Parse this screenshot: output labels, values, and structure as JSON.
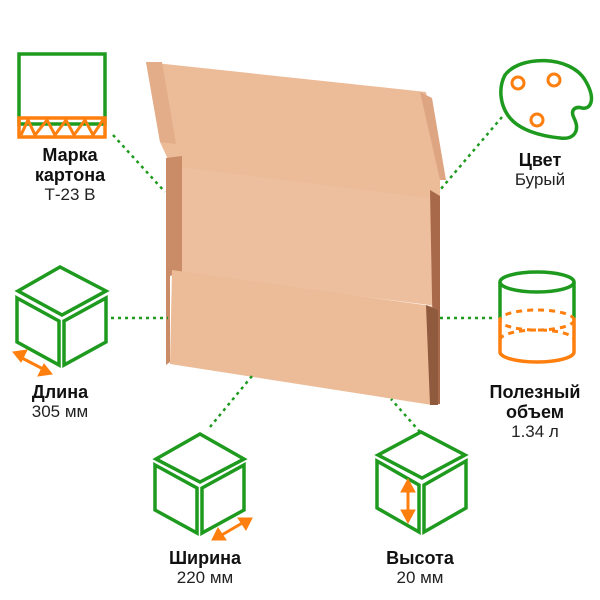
{
  "colors": {
    "green": "#1e9a1e",
    "orange": "#ff7f0e",
    "cardboard": "#ecbb98",
    "cardboard_dark": "#c98c66"
  },
  "features": [
    {
      "id": "material",
      "icon": "corrugated-cardboard-icon",
      "title_lines": [
        "Марка",
        "картона"
      ],
      "value": "Т-23 В"
    },
    {
      "id": "color",
      "icon": "palette-icon",
      "title_lines": [
        "Цвет"
      ],
      "value": "Бурый"
    },
    {
      "id": "length",
      "icon": "cube-length-icon",
      "title_lines": [
        "Длина"
      ],
      "value": "305 мм"
    },
    {
      "id": "volume",
      "icon": "cylinder-volume-icon",
      "title_lines": [
        "Полезный",
        "объем"
      ],
      "value": "1.34 л"
    },
    {
      "id": "width",
      "icon": "cube-width-icon",
      "title_lines": [
        "Ширина"
      ],
      "value": "220 мм"
    },
    {
      "id": "height",
      "icon": "cube-height-icon",
      "title_lines": [
        "Высота"
      ],
      "value": "20 мм"
    }
  ],
  "product": {
    "image": "cardboard-mailer-box"
  }
}
